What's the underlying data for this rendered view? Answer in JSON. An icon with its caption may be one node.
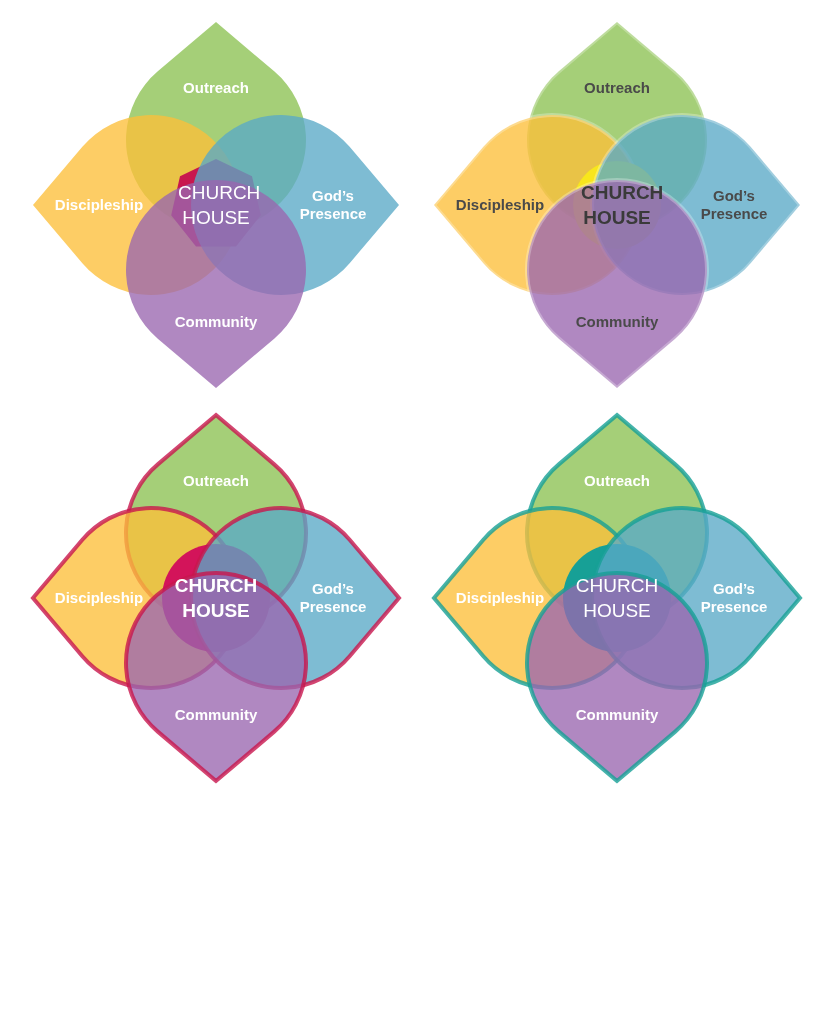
{
  "diagram": {
    "nodes": [
      {
        "text": [
          "Outreach"
        ]
      },
      {
        "text": [
          "Discipleship"
        ]
      },
      {
        "text": [
          "CHURCH HOUSE"
        ]
      },
      {
        "text": [
          "God’s Presence"
        ]
      },
      {
        "text": [
          "Community"
        ]
      },
      {
        "text": [
          "Outreach"
        ]
      },
      {
        "text": [
          "Discipleship"
        ]
      },
      {
        "text": [
          "CHURCH HOUSE"
        ]
      },
      {
        "text": [
          "God’s Presence"
        ]
      },
      {
        "text": [
          "Community"
        ]
      },
      {
        "text": [
          "Outreach"
        ]
      },
      {
        "text": [
          "Discipleship"
        ]
      },
      {
        "text": [
          "CHURCH HOUSE"
        ]
      },
      {
        "text": [
          "God’s Presence"
        ]
      },
      {
        "text": [
          "Community"
        ]
      },
      {
        "text": [
          "Outreach"
        ]
      },
      {
        "text": [
          "Discipleship"
        ]
      },
      {
        "text": [
          "CHURCH HOUSE"
        ]
      },
      {
        "text": [
          "God’s Presence"
        ]
      },
      {
        "text": [
          "Community"
        ]
      }
    ]
  }
}
